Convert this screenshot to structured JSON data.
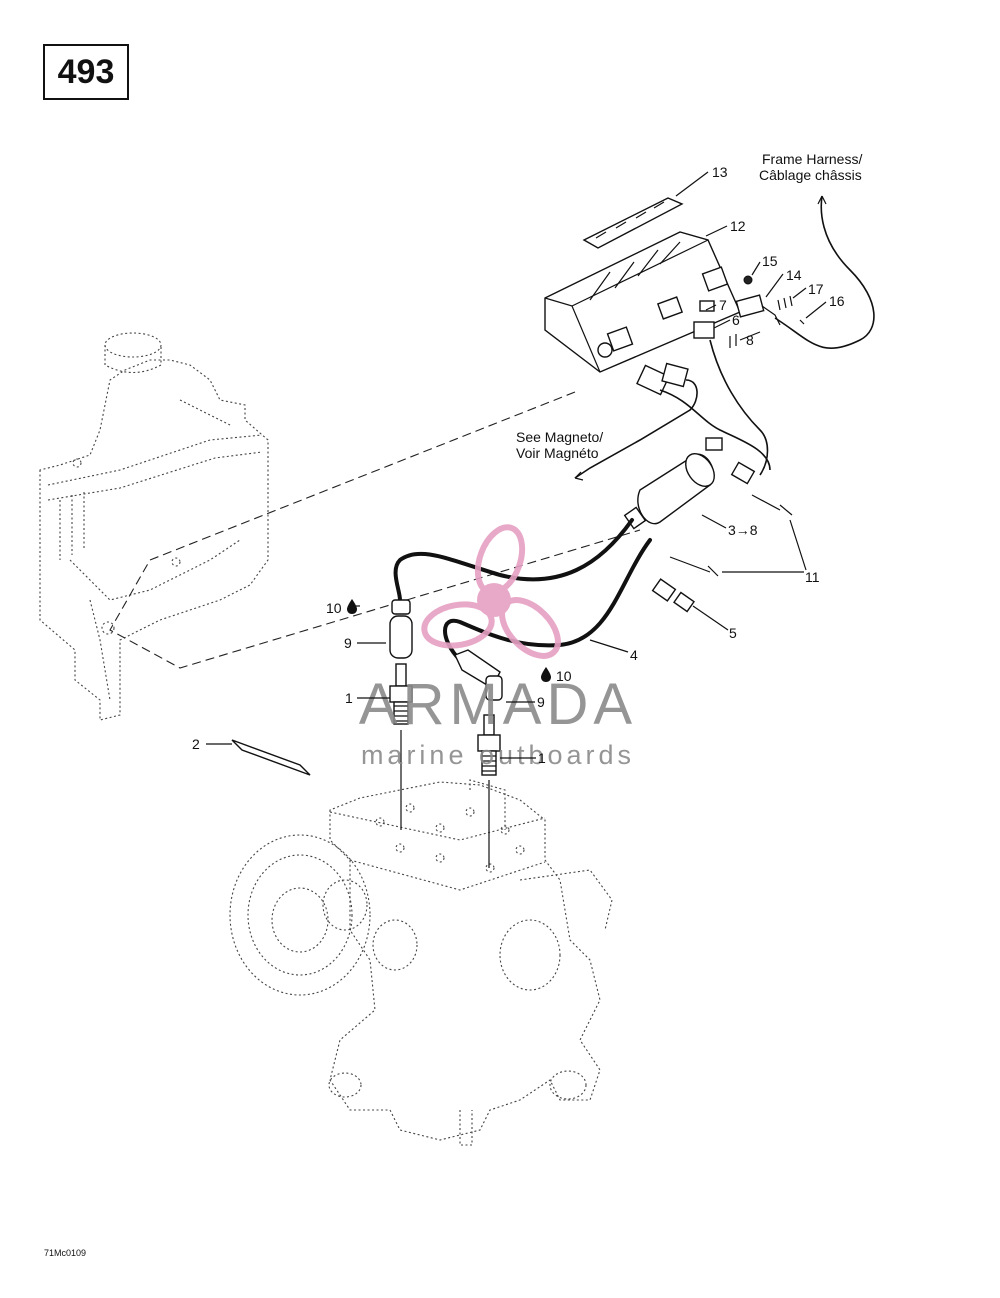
{
  "page_number": "493",
  "notes": {
    "frame_harness_line1": "Frame Harness/",
    "frame_harness_line2": "Câblage châssis",
    "magneto_line1": "See Magneto/",
    "magneto_line2": "Voir Magnéto"
  },
  "callouts": {
    "c13": "13",
    "c12": "12",
    "c15": "15",
    "c14": "14",
    "c17": "17",
    "c16": "16",
    "c7": "7",
    "c6": "6",
    "c8": "8",
    "c3to8": "3→8",
    "c11": "11",
    "c10a": "10",
    "c9a": "9",
    "c5": "5",
    "c4": "4",
    "c10b": "10",
    "c1a": "1",
    "c9b": "9",
    "c2": "2",
    "c1b": "1"
  },
  "watermark": {
    "brand": "ARMADA",
    "tagline": "marine outboards",
    "colors": {
      "propeller": "#e6a0c4",
      "text": "#8a8a8a"
    }
  },
  "reference_code": "71Mc0109"
}
